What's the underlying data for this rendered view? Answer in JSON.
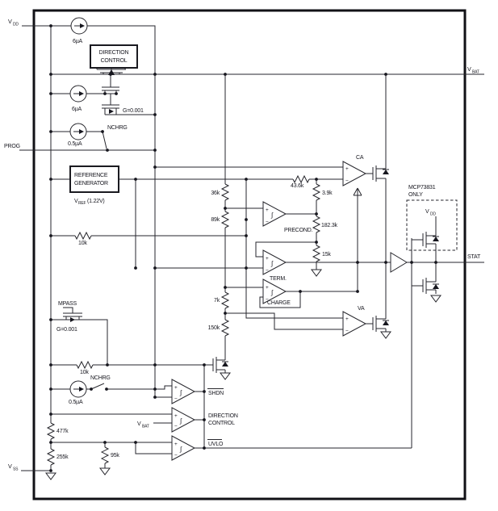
{
  "d": {
    "pins": {
      "vdd": "V",
      "vdd_sub": "DD",
      "prog": "PROG",
      "vss": "V",
      "vss_sub": "SS",
      "vbat": "V",
      "vbat_sub": "BAT",
      "stat": "STAT"
    },
    "src": {
      "cs1": "6µA",
      "cs2": "6µA",
      "cs3": "0.5µA",
      "cs4": "0.5µA"
    },
    "sw": {
      "n1": "NCHRG",
      "n2": "NCHRG"
    },
    "fet": {
      "g1": "G=0.001",
      "g2": "G=0.001",
      "mpass": "MPASS"
    },
    "blocks": {
      "dc1": "DIRECTION",
      "dc2": "CONTROL",
      "rg1": "REFERENCE",
      "rg2": "GENERATOR",
      "vref": "V",
      "vref_sub": "REF",
      "vref_val": "(1.22V)",
      "mcp1": "MCP73831",
      "mcp2": "ONLY",
      "vdd": "V",
      "vdd_sub": "DD"
    },
    "r": {
      "r36": "36k",
      "r89": "89k",
      "r436": "43.6k",
      "r39": "3.9k",
      "r1823": "182.3k",
      "r15": "15k",
      "r10a": "10k",
      "r10b": "10k",
      "r7": "7k",
      "r150": "150k",
      "r477": "477k",
      "r255": "255k",
      "r95": "95k"
    },
    "amp": {
      "precond": "PRECOND.",
      "term": "TERM.",
      "charge": "CHARGE",
      "ca": "CA",
      "va": "VA",
      "shdn": "SHDN",
      "dcc1": "DIRECTION",
      "dcc2": "CONTROL",
      "uvlo": "UVLO",
      "vbat": "V",
      "vbat_sub": "BAT"
    },
    "glyph": {
      "plus": "+",
      "minus": "−",
      "hyst": "∫"
    }
  }
}
